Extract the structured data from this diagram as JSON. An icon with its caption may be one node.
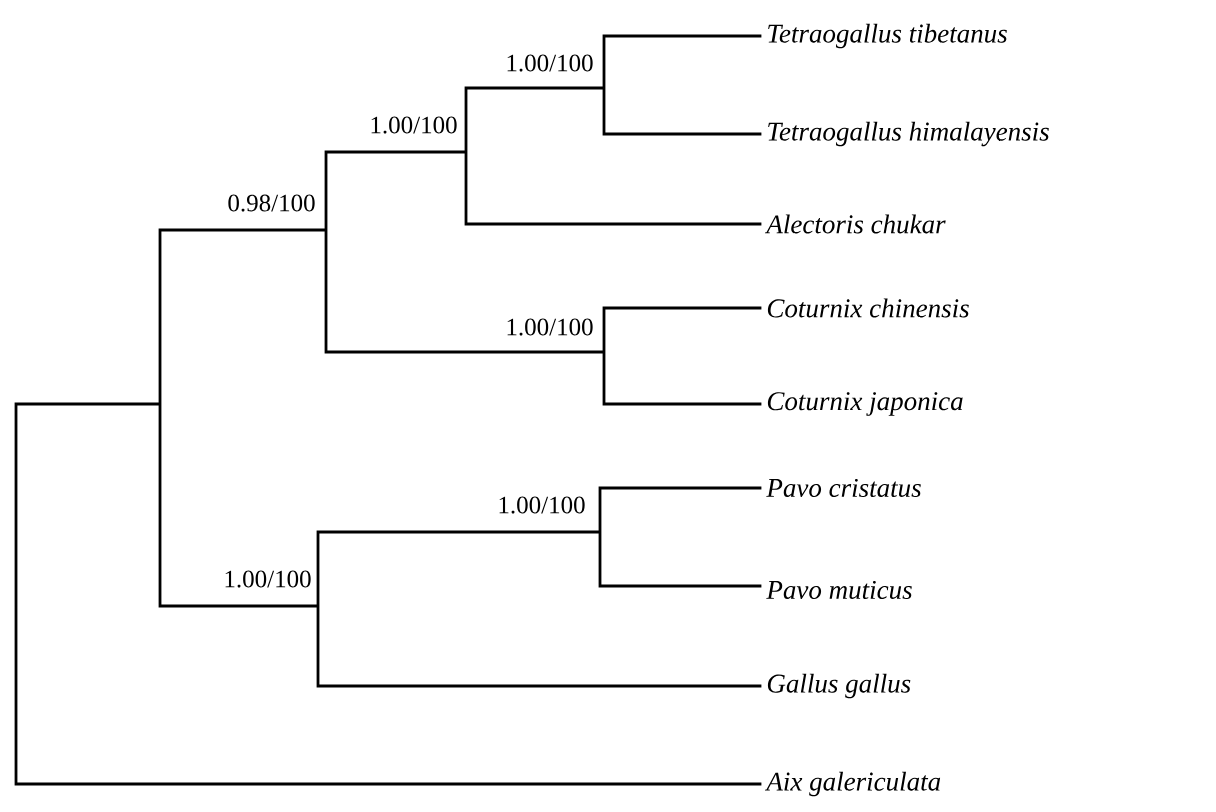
{
  "diagram": {
    "labels": [
      "Tetraogallus tibetanus",
      "1.00/100",
      "1.00/100",
      "Tetraogallus himalayensis",
      "0.98/100",
      "Alectoris chukar",
      "Coturnix chinensis",
      "1.00/100",
      "Coturnix japonica",
      "Pavo cristatus",
      "1.00/100",
      "Pavo muticus",
      "1.00/100",
      "Gallus gallus",
      "Aix galericulata"
    ]
  }
}
